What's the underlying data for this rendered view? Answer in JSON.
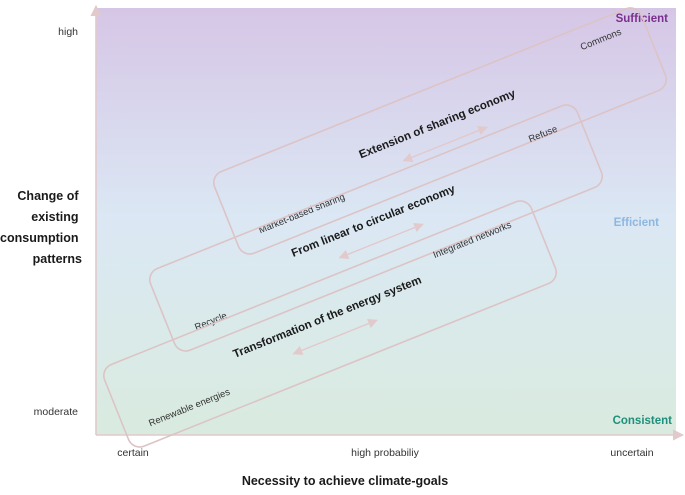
{
  "y_axis": {
    "label_lines": [
      "Change of",
      "existing",
      "consumption",
      "patterns"
    ],
    "ticks": {
      "top": "high",
      "bottom": "moderate"
    }
  },
  "x_axis": {
    "label": "Necessity to achieve climate-goals",
    "ticks": [
      "certain",
      "high probabiliy",
      "uncertain"
    ]
  },
  "levels": [
    {
      "label": "Sufficient",
      "color": "#7b2f8e"
    },
    {
      "label": "Efficient",
      "color": "#8db7e0"
    },
    {
      "label": "Consistent",
      "color": "#1e8f7a"
    }
  ],
  "bands": [
    {
      "title": "Extension of sharing economy",
      "start": "Market-based sharing",
      "end": "Commons"
    },
    {
      "title": "From linear to circular economy",
      "start": "Recycle",
      "end": "Refuse"
    },
    {
      "title": "Transformation of the energy system",
      "start": "Renewable energies",
      "end": "Integrated networks"
    }
  ],
  "colors": {
    "gradient_top": "#d6c6e6",
    "gradient_mid": "#dbe8f4",
    "gradient_bottom": "#d9ebdf",
    "band_stroke": "#dcc4c6",
    "axis": "#e2c9cb"
  }
}
